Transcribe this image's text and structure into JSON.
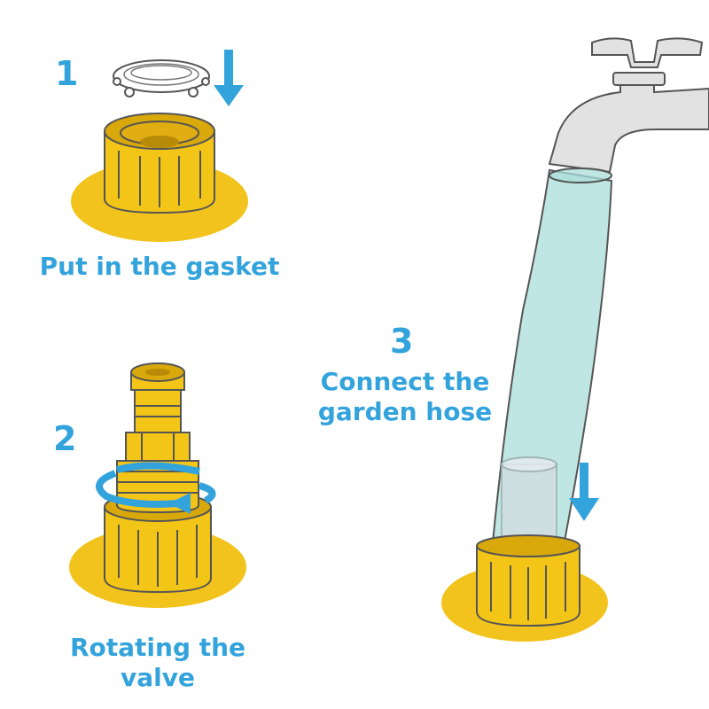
{
  "colors": {
    "accent": "#33a3dc",
    "brass": "#f3c516",
    "brass_dark": "#d9a80a",
    "disc": "#f2c31c",
    "outline": "#555555",
    "hose": "#a9ddd9",
    "faucet": "#e2e2e2"
  },
  "steps": [
    {
      "number": "1",
      "caption": [
        "Put in the gasket"
      ]
    },
    {
      "number": "2",
      "caption": [
        "Rotating the",
        "valve"
      ]
    },
    {
      "number": "3",
      "caption": [
        "Connect the",
        "garden hose"
      ]
    }
  ],
  "icons": {
    "step1_arrow": "arrow-down-icon",
    "step2_arrow": "rotate-arrow-icon",
    "step3_arrow": "arrow-down-icon"
  }
}
